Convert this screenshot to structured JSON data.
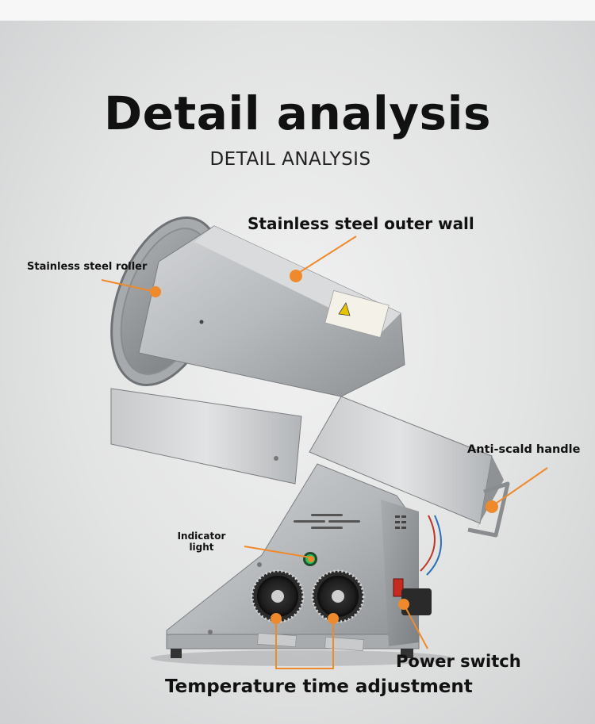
{
  "heading": {
    "title": "Detail analysis",
    "subtitle": "DETAIL ANALYSIS"
  },
  "callouts": {
    "outer_wall": "Stainless steel outer wall",
    "roller": "Stainless steel roller",
    "handle": "Anti-scald handle",
    "indicator": "Indicator light",
    "power_switch": "Power switch",
    "temp_time": "Temperature time adjustment"
  },
  "colors": {
    "accent": "#ef8a2c",
    "indicator_light": "#2fbf5a",
    "steel": "#b9bcbf"
  }
}
